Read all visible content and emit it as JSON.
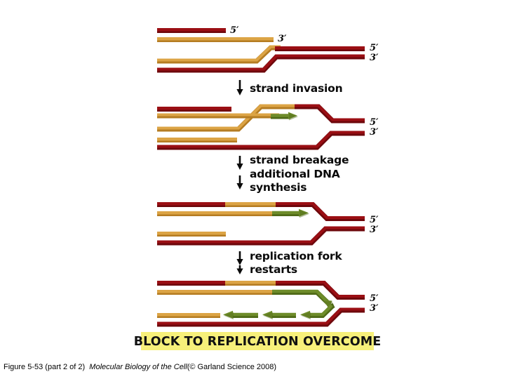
{
  "figure": {
    "caption_prefix": "Figure 5-53 (part 2 of 2)",
    "caption_title": "Molecular Biology of the Cell",
    "caption_credit": "(© Garland Science 2008)",
    "banner_label": "BLOCK TO REPLICATION OVERCOME",
    "banner_color": "#F7F07A"
  },
  "colors": {
    "dark_red": "#9B0F14",
    "dark_red_shadow": "#6E080C",
    "tan": "#DCA445",
    "tan_shadow": "#B57C22",
    "green": "#6E8C2A",
    "green_shadow": "#4F6A17",
    "text": "#0A0A0A",
    "banner_yellow": "#F7F07A"
  },
  "steps": [
    {
      "id": "step-1",
      "arrow_count": 0,
      "lines": []
    },
    {
      "id": "step-strand-invasion",
      "arrow_count": 1,
      "lines": [
        "strand invasion"
      ]
    },
    {
      "id": "step-strand-breakage",
      "arrow_count": 2,
      "lines": [
        "strand breakage",
        "additional DNA",
        "synthesis"
      ]
    },
    {
      "id": "step-replication-fork-restarts",
      "arrow_count": 2,
      "lines": [
        "replication fork",
        "restarts"
      ]
    }
  ],
  "panels": [
    {
      "id": "panel-1",
      "name": "broken-fork-and-intact-duplex",
      "end_labels": [
        {
          "text": "5′",
          "position": "upper-left-strand"
        },
        {
          "text": "3′",
          "position": "lower-left-strand"
        },
        {
          "text": "5′",
          "position": "right-top"
        },
        {
          "text": "3′",
          "position": "right-bottom"
        }
      ]
    },
    {
      "id": "panel-2",
      "name": "after-strand-invasion",
      "end_labels": [
        {
          "text": "5′",
          "position": "right-top"
        },
        {
          "text": "3′",
          "position": "right-bottom"
        }
      ],
      "green_arrows": 1
    },
    {
      "id": "panel-3",
      "name": "after-strand-breakage-and-dna-synthesis",
      "end_labels": [
        {
          "text": "5′",
          "position": "right-top"
        },
        {
          "text": "3′",
          "position": "right-bottom"
        }
      ],
      "green_arrows": 1
    },
    {
      "id": "panel-4",
      "name": "restarted-replication-fork",
      "end_labels": [
        {
          "text": "5′",
          "position": "right-top"
        },
        {
          "text": "3′",
          "position": "right-bottom"
        }
      ],
      "green_arrows": 4
    }
  ],
  "labels": {
    "five_prime": "5′",
    "three_prime": "3′"
  }
}
